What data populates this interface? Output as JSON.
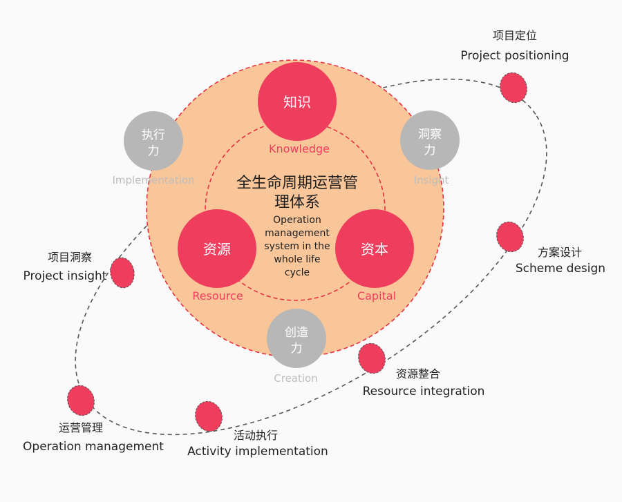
{
  "colors": {
    "background": "#fafafa",
    "big_circle": "#f9c69a",
    "dashed_red": "#e8303f",
    "accent": "#ef3d5e",
    "gray": "#b7b7b7",
    "gray_text": "#bdbdbd",
    "orbit": "#555555"
  },
  "center": {
    "title_line1": "全生命周期运营管",
    "title_line2": "理体系",
    "subtitle_lines": [
      "Operation",
      "management",
      "system in the",
      "whole life",
      "cycle"
    ]
  },
  "core_nodes": [
    {
      "zh": "知识",
      "en": "Knowledge"
    },
    {
      "zh": "资源",
      "en": "Resource"
    },
    {
      "zh": "资本",
      "en": "Capital"
    }
  ],
  "ability_nodes": [
    {
      "zh_line1": "执行",
      "zh_line2": "力",
      "en": "Implementation"
    },
    {
      "zh_line1": "洞察",
      "zh_line2": "力",
      "en": "Insight"
    },
    {
      "zh_line1": "创造",
      "zh_line2": "力",
      "en": "Creation"
    }
  ],
  "orbit_nodes": [
    {
      "zh": "项目定位",
      "en": "Project positioning"
    },
    {
      "zh": "方案设计",
      "en": "Scheme design"
    },
    {
      "zh": "资源整合",
      "en": "Resource integration"
    },
    {
      "zh": "活动执行",
      "en": "Activity implementation"
    },
    {
      "zh": "运营管理",
      "en": "Operation management"
    },
    {
      "zh": "项目洞察",
      "en": "Project insight"
    }
  ]
}
